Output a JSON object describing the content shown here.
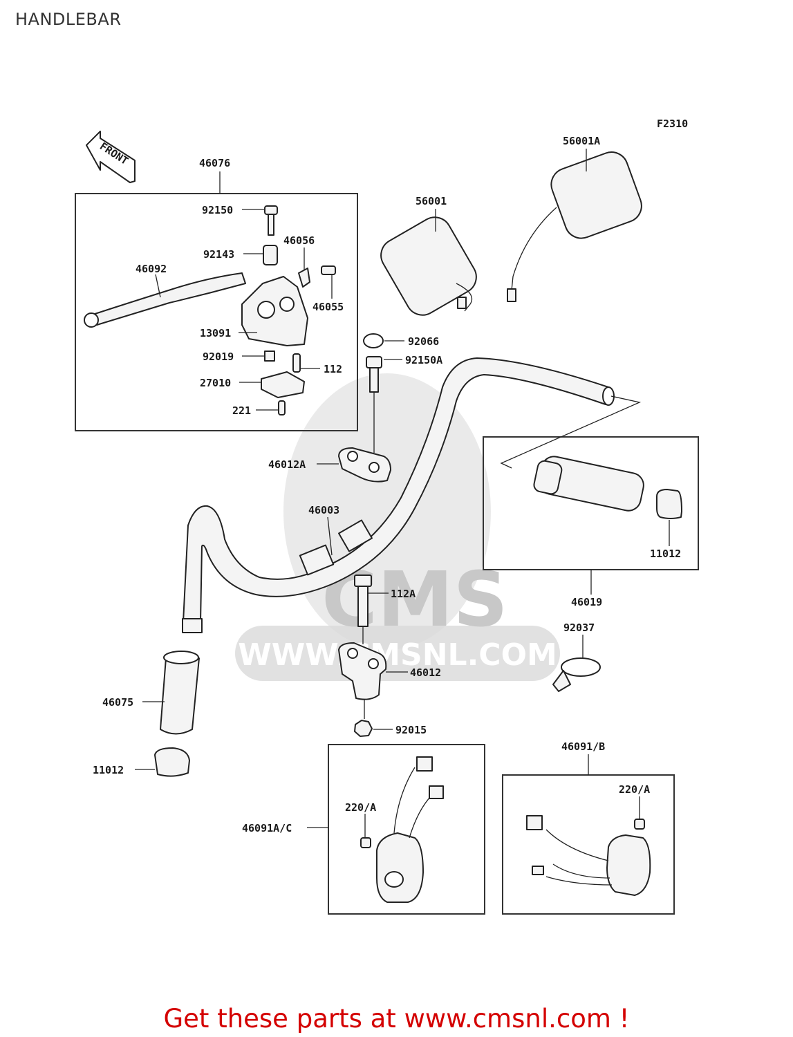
{
  "page": {
    "title": "HANDLEBAR",
    "figure_code": "F2310",
    "front_marker": "FRONT",
    "watermark_brand": "CMS",
    "watermark_url": "WWW.CMSNL.COM",
    "footer": "Get these parts at www.cmsnl.com !"
  },
  "colors": {
    "footer_text": "#d40000",
    "line": "#222222",
    "watermark": "#d9d9d9"
  },
  "callouts": {
    "p46076": "46076",
    "p92150": "92150",
    "p92143": "92143",
    "p46056": "46056",
    "p46092": "46092",
    "p46055": "46055",
    "p13091": "13091",
    "p92019": "92019",
    "p112": "112",
    "p27010": "27010",
    "p221": "221",
    "p56001": "56001",
    "p56001A": "56001A",
    "p92066": "92066",
    "p92150A": "92150A",
    "p46012A": "46012A",
    "p46003": "46003",
    "p11012_right": "11012",
    "p46019": "46019",
    "p112A": "112A",
    "p92037": "92037",
    "p46012": "46012",
    "p46075": "46075",
    "p92015": "92015",
    "p11012_left": "11012",
    "p46091B": "46091/B",
    "p220A_left": "220/A",
    "p220A_right": "220/A",
    "p46091AC": "46091A/C"
  }
}
